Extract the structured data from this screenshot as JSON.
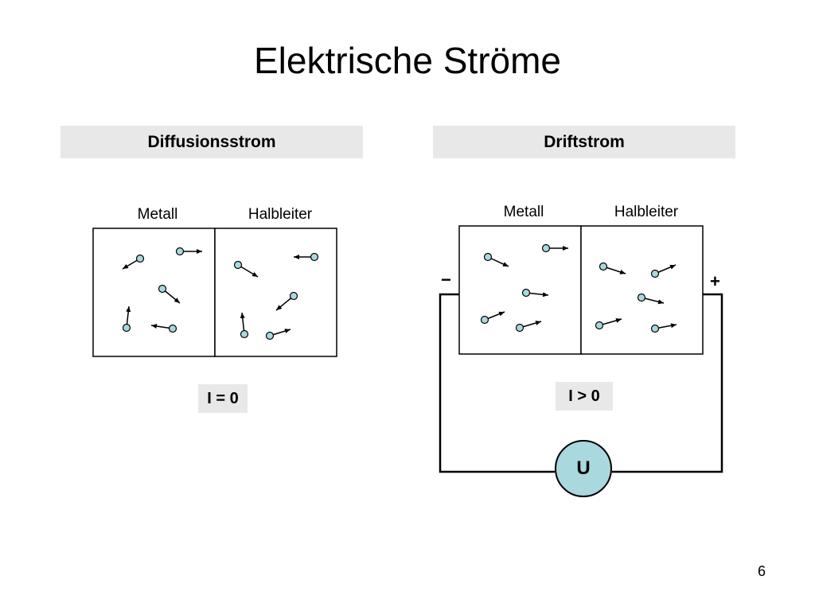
{
  "slide": {
    "title": "Elektrische Ströme",
    "page_number": "6"
  },
  "diffusion": {
    "header": "Diffusionsstrom",
    "label_metal": "Metall",
    "label_semiconductor": "Halbleiter",
    "current": "I = 0"
  },
  "drift": {
    "header": "Driftstrom",
    "label_metal": "Metall",
    "label_semiconductor": "Halbleiter",
    "current": "I > 0",
    "minus_sign": "−",
    "plus_sign": "+",
    "source_label": "U"
  },
  "colors": {
    "header_bg": "#e8e8e8",
    "particle_fill": "#a9d8de",
    "source_fill": "#a9d8de"
  }
}
